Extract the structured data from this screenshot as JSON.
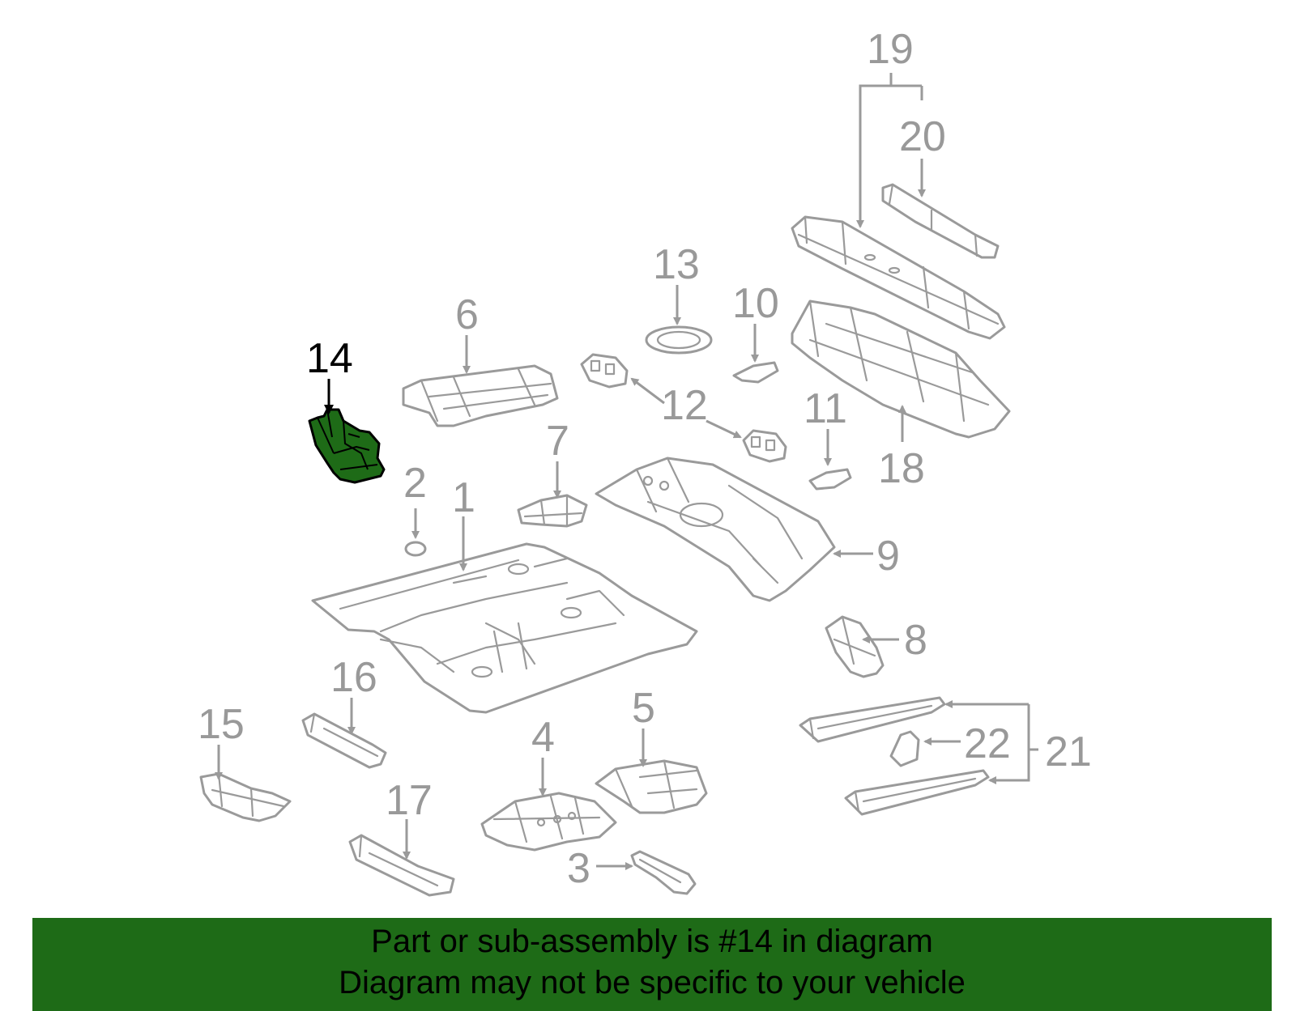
{
  "diagram": {
    "highlighted_part": "14",
    "colors": {
      "highlight": "#1e6b17",
      "line": "#9a9a9a",
      "active_label": "#000000"
    },
    "callouts": {
      "c1": "1",
      "c2": "2",
      "c3": "3",
      "c4": "4",
      "c5": "5",
      "c6": "6",
      "c7": "7",
      "c8": "8",
      "c9": "9",
      "c10": "10",
      "c11": "11",
      "c12": "12",
      "c13": "13",
      "c14": "14",
      "c15": "15",
      "c16": "16",
      "c17": "17",
      "c18": "18",
      "c19": "19",
      "c20": "20",
      "c21": "21",
      "c22": "22"
    }
  },
  "banner": {
    "line1": "Part or sub-assembly is #14 in diagram",
    "line2": "Diagram may not be specific to your vehicle"
  }
}
